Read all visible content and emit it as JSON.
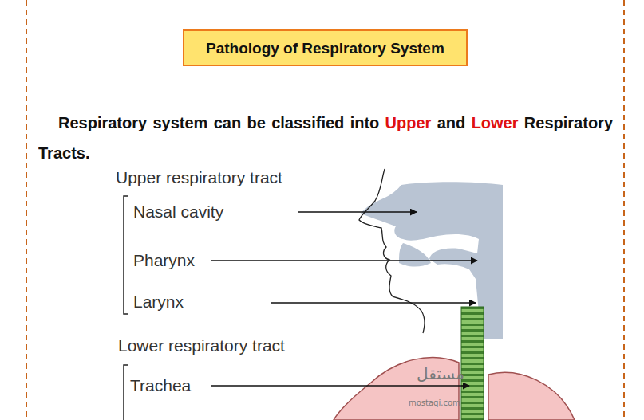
{
  "diagram": {
    "title": "Pathology of Respiratory System",
    "labels": [
      "Respiratory system can be classified into",
      "Upper",
      "and",
      "Lower",
      "Respiratory Tracts.",
      "Upper respiratory tract",
      "Nasal cavity",
      "Pharynx",
      "Larynx",
      "Lower respiratory tract",
      "Trachea",
      "مستقل",
      "mostaqi.com"
    ]
  }
}
